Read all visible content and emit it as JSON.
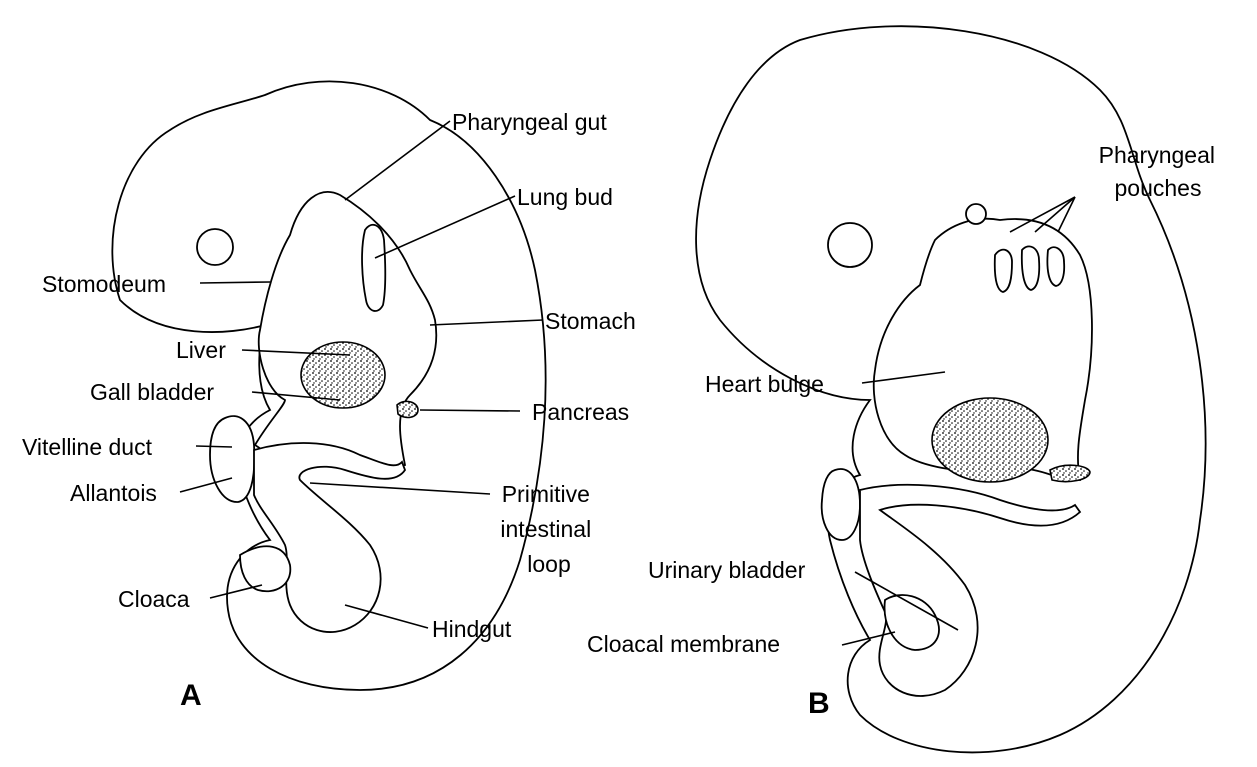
{
  "panels": [
    {
      "id": "A",
      "letter": "A",
      "labels": {
        "pharyngeal_gut": "Pharyngeal gut",
        "lung_bud": "Lung bud",
        "stomodeum": "Stomodeum",
        "stomach": "Stomach",
        "liver": "Liver",
        "gall_bladder": "Gall bladder",
        "pancreas": "Pancreas",
        "vitelline_duct": "Vitelline duct",
        "allantois": "Allantois",
        "primitive_intestinal_loop": [
          "Primitive",
          "intestinal",
          "loop"
        ],
        "cloaca": "Cloaca",
        "hindgut": "Hindgut"
      }
    },
    {
      "id": "B",
      "letter": "B",
      "labels": {
        "pharyngeal_pouches": [
          "Pharyngeal",
          "pouches"
        ],
        "heart_bulge": "Heart bulge",
        "urinary_bladder": "Urinary bladder",
        "cloacal_membrane": "Cloacal membrane"
      }
    }
  ]
}
